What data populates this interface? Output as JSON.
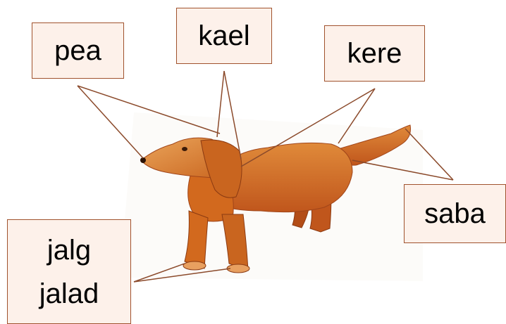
{
  "labels": {
    "pea": "pea",
    "kael": "kael",
    "kere": "kere",
    "saba": "saba",
    "jalg": "jalg",
    "jalad": "jalad"
  },
  "colors": {
    "box_fill": "#fdf1ea",
    "box_border": "#a0522d",
    "leader_line": "#8b4a2b",
    "dog_fur": "#d2691e",
    "dog_shadow": "#a0451a"
  },
  "illustration": "dog-illustration"
}
